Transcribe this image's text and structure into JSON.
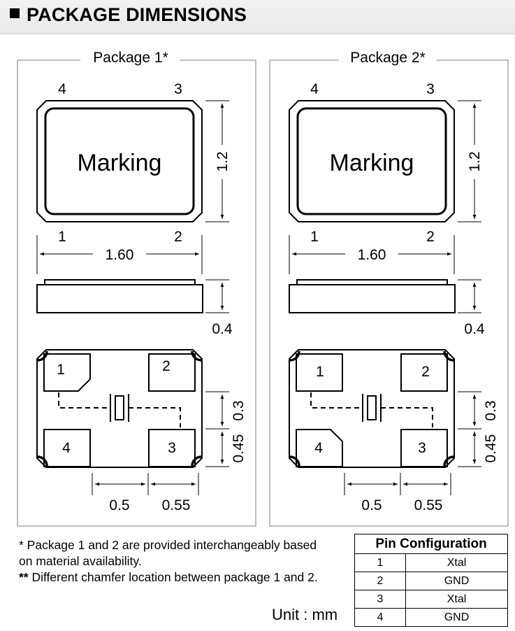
{
  "header": {
    "title": "PACKAGE DIMENSIONS"
  },
  "packages": [
    {
      "title": "Package 1*",
      "top_pins": [
        "4",
        "3"
      ],
      "bottom_pins": [
        "1",
        "2"
      ],
      "marking": "Marking",
      "dim_height": "1.2",
      "dim_width": "1.60",
      "dim_thickness": "0.4",
      "pads": [
        "1",
        "2",
        "4",
        "3"
      ],
      "dim_pad_gap": "0.3",
      "dim_pad_height": "0.45",
      "dim_pad_spacing": "0.5",
      "dim_pad_width": "0.55",
      "chamfer_pad": "1"
    },
    {
      "title": "Package 2*",
      "top_pins": [
        "4",
        "3"
      ],
      "bottom_pins": [
        "1",
        "2"
      ],
      "marking": "Marking",
      "dim_height": "1.2",
      "dim_width": "1.60",
      "dim_thickness": "0.4",
      "pads": [
        "1",
        "2",
        "4",
        "3"
      ],
      "dim_pad_gap": "0.3",
      "dim_pad_height": "0.45",
      "dim_pad_spacing": "0.5",
      "dim_pad_width": "0.55",
      "chamfer_pad": "4"
    }
  ],
  "notes": {
    "note1": "* Package 1 and 2 are provided interchangeably based on material availability.",
    "note2_mark": "**",
    "note2": " Different chamfer location between package 1 and 2."
  },
  "unit": "Unit : mm",
  "pin_table": {
    "header": "Pin Configuration",
    "rows": [
      {
        "pin": "1",
        "function": "Xtal"
      },
      {
        "pin": "2",
        "function": "GND"
      },
      {
        "pin": "3",
        "function": "Xtal"
      },
      {
        "pin": "4",
        "function": "GND"
      }
    ]
  }
}
